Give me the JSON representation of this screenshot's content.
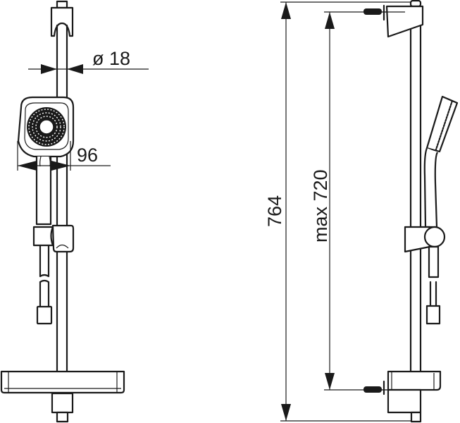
{
  "drawing": {
    "type": "technical-drawing",
    "subject": "shower rail set with hand shower",
    "views": [
      "front view",
      "side view"
    ],
    "dimensions": {
      "rail_diameter": "ø 18",
      "hand_shower_width": "96",
      "overall_height": "764",
      "max_mount_distance": "max 720"
    },
    "colors": {
      "line": "#1a1a1a",
      "background": "#ffffff"
    }
  }
}
